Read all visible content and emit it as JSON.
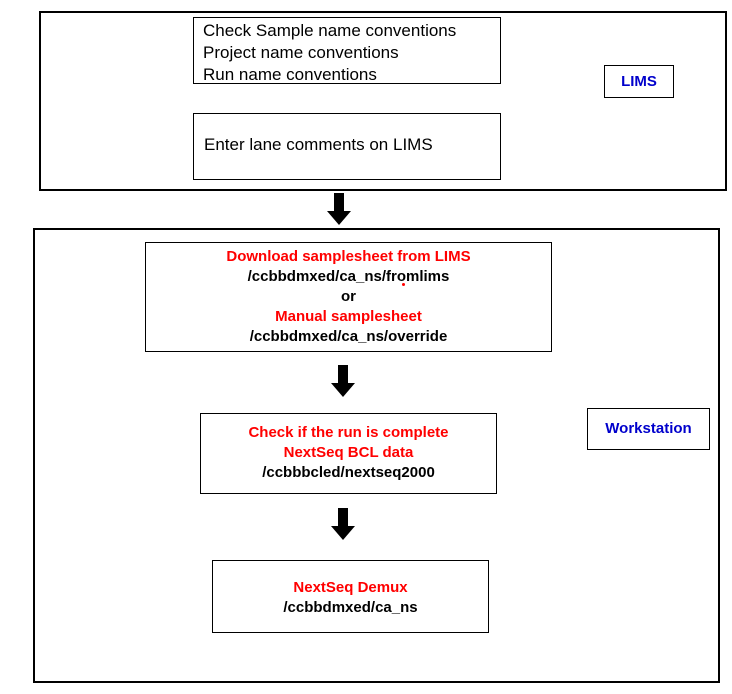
{
  "lims_section": {
    "conventions": [
      "Check Sample name conventions",
      "Project name conventions",
      "Run name conventions"
    ],
    "lane_comments": "Enter lane comments on LIMS",
    "tag": "LIMS"
  },
  "workstation_section": {
    "samplesheet": {
      "download_title": "Download samplesheet from LIMS",
      "download_path": "/ccbbdmxed/ca_ns/fromlims",
      "or": "or",
      "manual_title": "Manual samplesheet",
      "manual_path": "/ccbbdmxed/ca_ns/override"
    },
    "run_check": {
      "title": "Check if the run is complete",
      "subtitle": "NextSeq BCL data",
      "path": "/ccbbbcled/nextseq2000"
    },
    "demux": {
      "title": "NextSeq Demux",
      "path": "/ccbbdmxed/ca_ns"
    },
    "tag": "Workstation"
  },
  "colors": {
    "accent_red": "#ff0000",
    "tag_blue": "#0000cc",
    "border": "#000000"
  },
  "icons": [
    "down-arrow-icon"
  ]
}
